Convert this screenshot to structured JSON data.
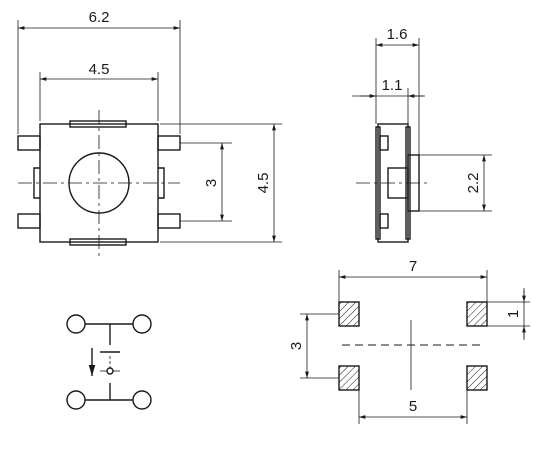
{
  "dimensions": {
    "top_width_outer": "6.2",
    "top_width_inner": "4.5",
    "top_height_inner": "3",
    "top_height_outer": "4.5",
    "side_width_outer": "1.6",
    "side_width_inner": "1.1",
    "side_height": "2.2",
    "pad_span_x": "7",
    "pad_size": "1",
    "pad_span_y": "3",
    "pad_pitch_x": "5"
  }
}
